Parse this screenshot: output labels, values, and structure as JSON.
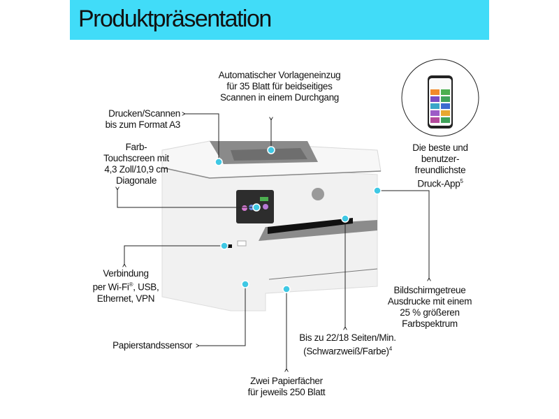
{
  "header": {
    "title": "Produktpräsentation"
  },
  "colors": {
    "accent": "#41dcf8",
    "dot": "#3fc8e4"
  },
  "features": {
    "print_scan": [
      "Drucken/Scannen",
      "bis zum Format A3"
    ],
    "adf": [
      "Automatischer Vorlageneinzug",
      "für 35 Blatt für beidseitiges",
      "Scannen in einem Durchgang"
    ],
    "touchscreen": [
      "Farb-",
      "Touchscreen mit",
      "4,3 Zoll/10,9 cm",
      "Diagonale"
    ],
    "app": [
      "Die beste und",
      "benutzer-",
      "freundlichste",
      "Druck-App"
    ],
    "app_sup": "5",
    "connectivity": [
      "Verbindung",
      "per Wi-Fi",
      "®",
      ", USB,",
      "Ethernet, VPN"
    ],
    "color": [
      "Bildschirmgetreue",
      "Ausdrucke mit einem",
      "25 % größeren",
      "Farbspektrum"
    ],
    "paper_sensor": "Papierstandssensor",
    "speed": [
      "Bis zu 22/18 Seiten/Min.",
      "(Schwarzweiß/Farbe)"
    ],
    "speed_sup": "4",
    "trays": [
      "Zwei Papierfächer",
      "für jeweils 250 Blatt"
    ]
  }
}
